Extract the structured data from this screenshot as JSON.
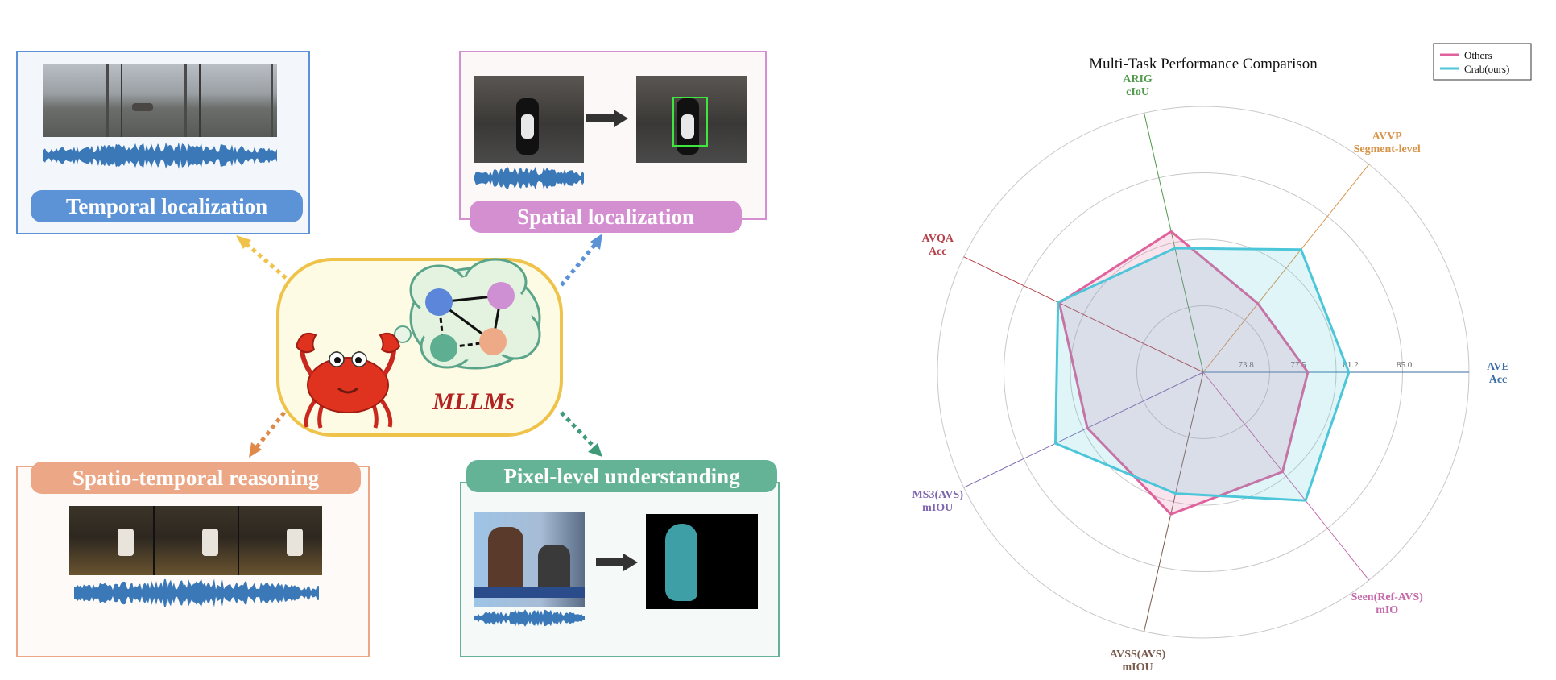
{
  "left": {
    "temporal_label": "Temporal localization",
    "spatial_label": "Spatial localization",
    "spatio_temporal_label": "Spatio-temporal reasoning",
    "pixel_label": "Pixel-level understanding",
    "center_label": "MLLMs",
    "colors": {
      "temporal": "#5b93d6",
      "spatial": "#d48fd1",
      "spatio": "#eca886",
      "pixel": "#64b396",
      "center_border": "#efc34a",
      "center_fill": "#fdfbe3",
      "center_text": "#b22222",
      "waveform": "#3a78b8"
    }
  },
  "chart_data": {
    "type": "radar",
    "title": "Multi-Task Performance Comparison",
    "axes": [
      {
        "name": "AVE",
        "metric": "Acc",
        "color": "#3a6ea5"
      },
      {
        "name": "AVVP",
        "metric": "Segment-level",
        "color": "#d8944a"
      },
      {
        "name": "ARIG",
        "metric": "cIoU",
        "color": "#4f9a4a"
      },
      {
        "name": "AVQA",
        "metric": "Acc",
        "color": "#b5404a"
      },
      {
        "name": "MS3(AVS)",
        "metric": "mIOU",
        "color": "#7f66b0"
      },
      {
        "name": "AVSS(AVS)",
        "metric": "mIOU",
        "color": "#7a5a4c"
      },
      {
        "name": "Seen(Ref-AVS)",
        "metric": "mIO",
        "color": "#c46aaa"
      }
    ],
    "radial_ticks": [
      "73.8",
      "77.5",
      "81.2",
      "85.0"
    ],
    "scale": {
      "min": 70.0,
      "max": 88.8
    },
    "series": [
      {
        "name": "Others",
        "color": "#e0629c",
        "values": [
          77.4,
          76.2,
          80.2,
          81.3,
          79.1,
          80.3,
          79.0
        ]
      },
      {
        "name": "Crab(ours)",
        "color": "#4cc6d8",
        "values": [
          80.3,
          81.1,
          79.0,
          81.4,
          81.6,
          78.8,
          81.6
        ]
      }
    ],
    "legend_placement": "top-right",
    "grid": true
  }
}
